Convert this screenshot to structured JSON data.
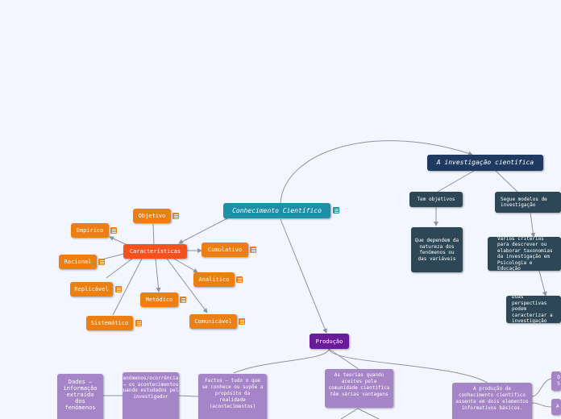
{
  "colors": {
    "background": "#f3f6fe",
    "line": "#8a93a8",
    "orange": "#ec7f11",
    "orange_border": "#c9690a",
    "red_orange": "#f4511e",
    "navy": "#1f3a61",
    "slate": "#2e4756",
    "teal": "#1d8fa6",
    "purple_dark": "#6a1b9a",
    "purple_light": "#a584c8",
    "note_orange": "#ec7f11",
    "note_teal": "#1d8fa6"
  },
  "nodes": {
    "central": {
      "label": "Conhecimento Científico"
    },
    "caracteristicas": {
      "label": "Características"
    },
    "objetivo": {
      "label": "Objetivo"
    },
    "empirico": {
      "label": "Empírico"
    },
    "racional": {
      "label": "Racional"
    },
    "replicavel": {
      "label": "Replicável"
    },
    "sistematico": {
      "label": "Sistemático"
    },
    "metodico": {
      "label": "Metódico"
    },
    "comunicavel": {
      "label": "Comunicável"
    },
    "analitico": {
      "label": "Analítico"
    },
    "cumulativo": {
      "label": "Cumulativo"
    },
    "investigacao": {
      "label": "A investigação científica"
    },
    "tem_objetivos": {
      "label": "Tem objetivos"
    },
    "dependem": {
      "label": "Que dependem da natureza dos fenómenos ou das variáveis"
    },
    "segue_modelos": {
      "label": "Segue modelos de investigação"
    },
    "varios_criterios": {
      "label": "Vários critérios para descrever ou elaborar taxonomias da investigação em Psicologia e Educação"
    },
    "duas_perspetivas": {
      "label": "Duas perspectivas podem caracterizar a investigação"
    },
    "producao": {
      "label": "Produção"
    },
    "dados": {
      "label": "Dados – informação extraída dos fenómenos"
    },
    "fenomenos": {
      "label": "Fenómenos/ocorrências – os acontecimentos quando estudados pelo investigador"
    },
    "factos": {
      "label": "Factos – tudo o que se conhece ou supõe a propósito da realidade (acontecimentos)"
    },
    "teorias": {
      "label": "As teorias quando aceites pela comunidade científica têm várias vantagens"
    },
    "producao_conhecimento": {
      "label": "A produção de conhecimento científico assenta em dois elementos informativos básicos."
    },
    "o_s": {
      "label": "O S"
    },
    "a_stub": {
      "label": "A"
    }
  }
}
